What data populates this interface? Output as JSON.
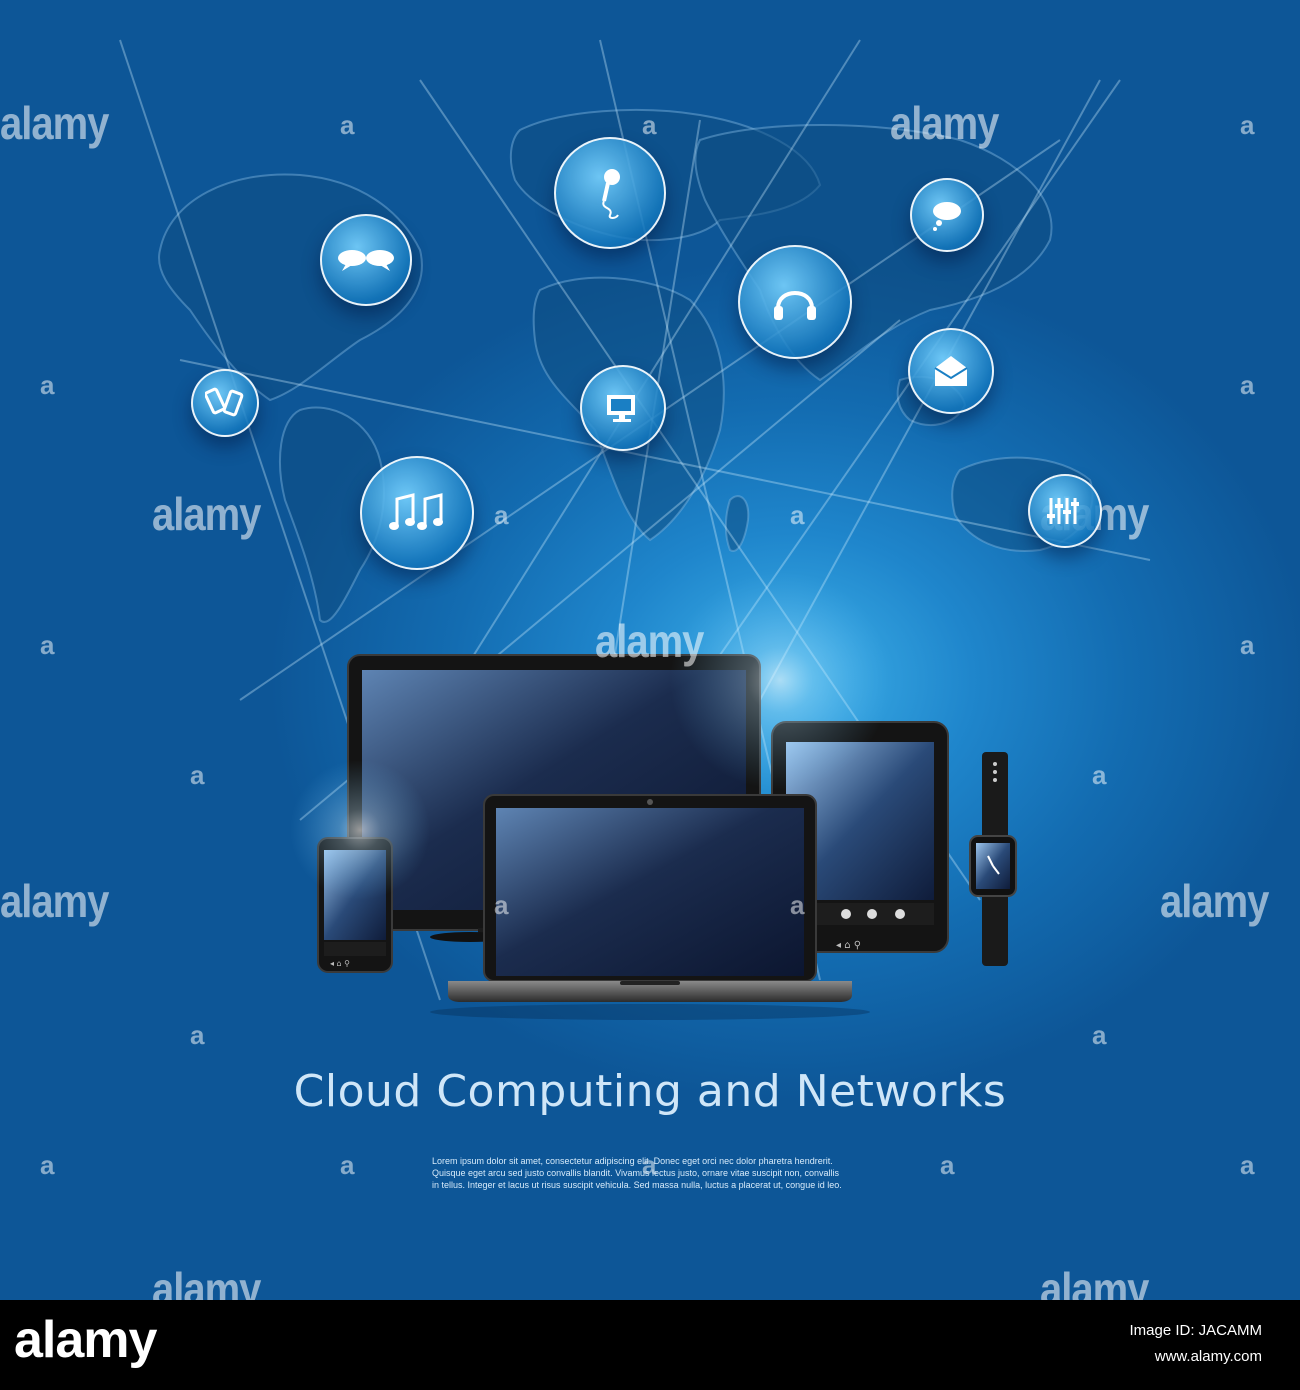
{
  "watermark": {
    "word": "alamy",
    "letter": "a"
  },
  "title": "Cloud Computing and Networks",
  "lorem": [
    "Lorem ipsum dolor sit amet, consectetur adipiscing elit. Donec eget orci nec dolor pharetra hendrerit.",
    "Quisque eget arcu sed justo convallis blandit. Vivamus lectus justo, ornare vitae suscipit non, convallis",
    "in tellus. Integer et lacus ut risus suscipit vehicula. Sed massa nulla, luctus a placerat ut, congue id leo."
  ],
  "bubbles": [
    {
      "icon": "speech-bubbles-icon"
    },
    {
      "icon": "microphone-icon"
    },
    {
      "icon": "thought-cloud-icon"
    },
    {
      "icon": "headphones-icon"
    },
    {
      "icon": "envelope-icon"
    },
    {
      "icon": "mobile-phones-icon"
    },
    {
      "icon": "computer-icon"
    },
    {
      "icon": "music-notes-icon"
    },
    {
      "icon": "equalizer-icon"
    }
  ],
  "footer": {
    "logo": "alamy",
    "image_id_label": "Image ID: JACAMM",
    "site": "www.alamy.com"
  },
  "colors": {
    "background_center": "#3fb2ea",
    "background_edge": "#0d5697",
    "footer": "#000000",
    "title": "#cfe6f8"
  }
}
